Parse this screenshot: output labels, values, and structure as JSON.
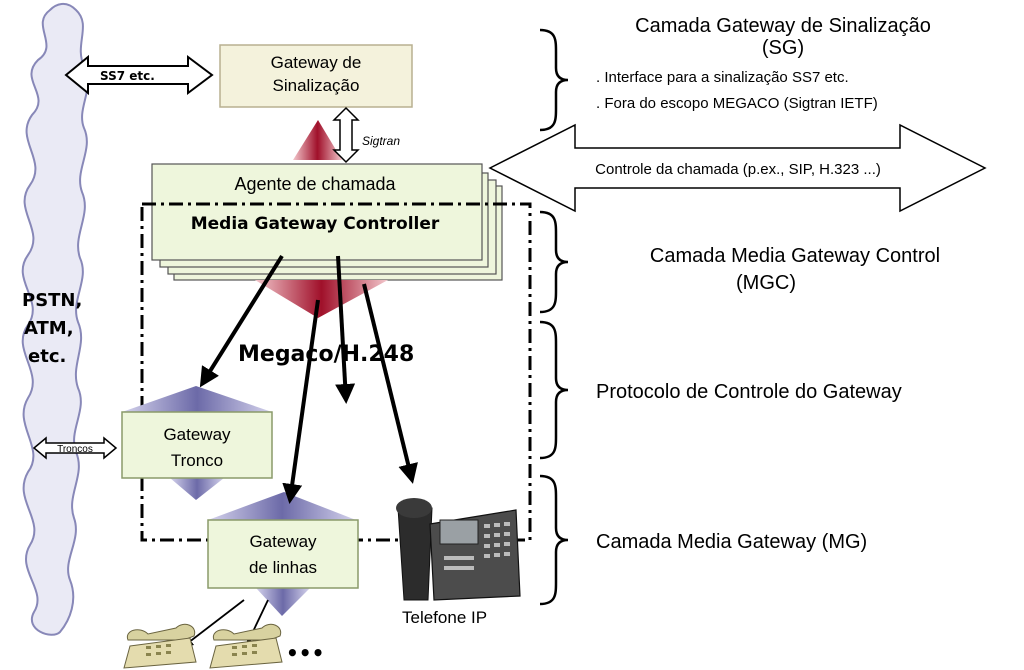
{
  "network": {
    "cloud_label": [
      "PSTN,",
      "ATM,",
      "etc."
    ],
    "ss7_arrow_label": "SS7 etc.",
    "troncos_arrow_label": "Troncos"
  },
  "nodes": {
    "signaling_gateway": [
      "Gateway de",
      "Sinalização"
    ],
    "sigtran_label": "Sigtran",
    "call_agent": "Agente de chamada",
    "mgc": "Media Gateway Controller",
    "trunk_gateway": [
      "Gateway",
      "Tronco"
    ],
    "line_gateway": [
      "Gateway",
      "de linhas"
    ],
    "ip_phone_label": "Telefone IP",
    "megaco_label": "Megaco/H.248",
    "call_control_arrow": "Controle da chamada (p.ex., SIP, H.323 ...)",
    "ellipsis": "•••"
  },
  "layers": {
    "sg": {
      "title": [
        "Camada Gateway de Sinalização",
        "(SG)"
      ],
      "bullets": [
        ". Interface para a sinalização SS7 etc.",
        ". Fora do escopo MEGACO (Sigtran IETF)"
      ]
    },
    "mgc": {
      "title": [
        "Camada Media Gateway Control",
        "(MGC)"
      ]
    },
    "protocol": {
      "title": "Protocolo de Controle do Gateway"
    },
    "mg": {
      "title": "Camada Media Gateway (MG)"
    }
  },
  "colors": {
    "box_fill": "#f4f2dc",
    "box_fill_green": "#eef6dc",
    "box_border": "#8a9a6a",
    "cloud_fill": "#eaeaf5",
    "cloud_stroke": "#8888b8",
    "cone_red": "#a0102a",
    "cone_blue": "#7a78b8"
  },
  "icons": [
    "cloud-icon",
    "ip-phone-icon",
    "telephone-icon"
  ]
}
